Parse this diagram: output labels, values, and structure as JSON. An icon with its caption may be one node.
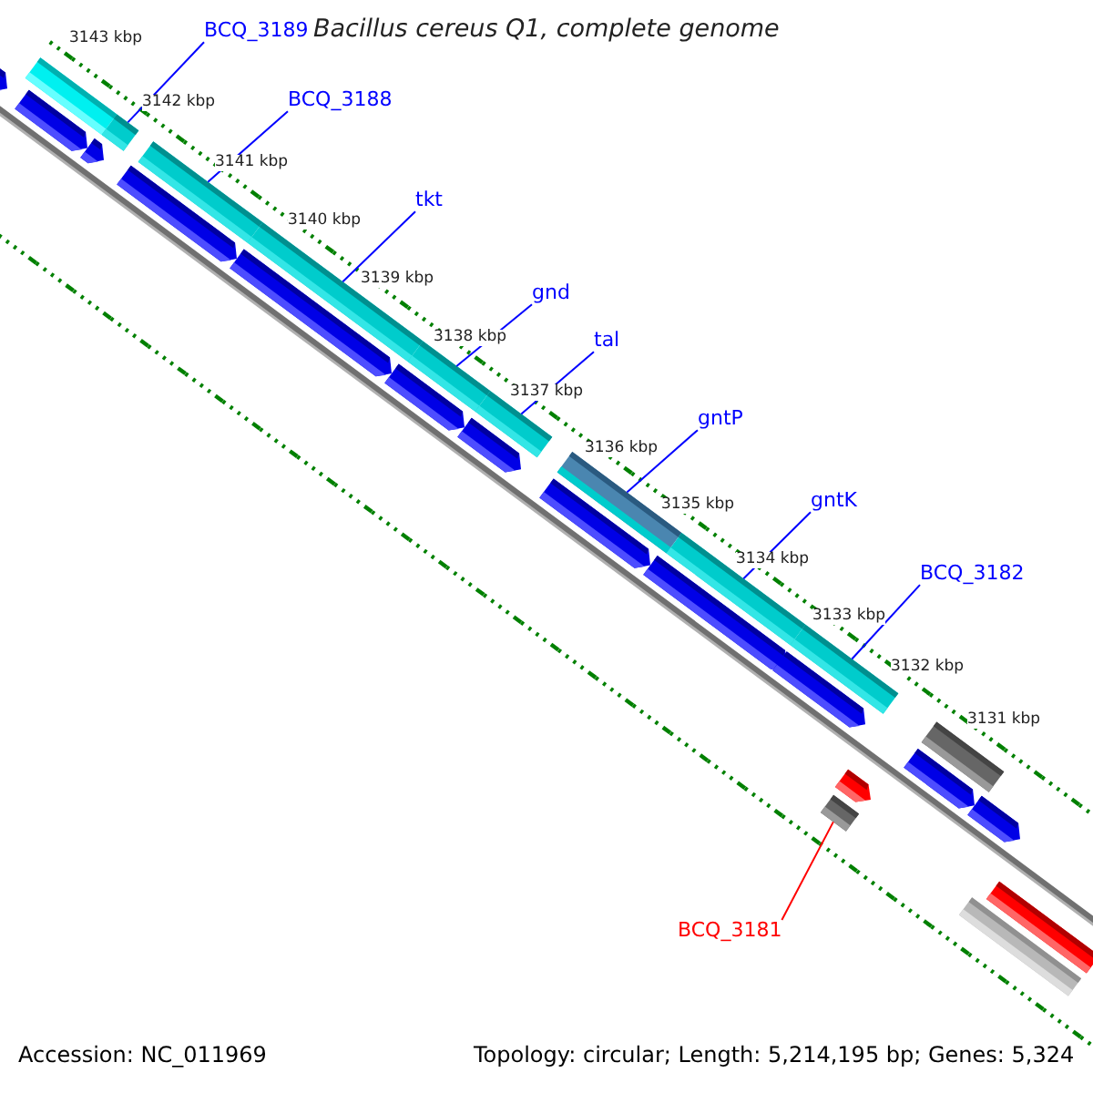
{
  "diagram": {
    "title": "Bacillus cereus Q1, complete genome",
    "nodes": [
      {
        "text": [
          "BCQ_3189"
        ]
      },
      {
        "text": [
          "BCQ_3188"
        ]
      },
      {
        "text": [
          "tkt"
        ]
      },
      {
        "text": [
          "gnd"
        ]
      },
      {
        "text": [
          "tal"
        ]
      },
      {
        "text": [
          "gntP"
        ]
      },
      {
        "text": [
          "gntK"
        ]
      },
      {
        "text": [
          "BCQ_3182"
        ]
      },
      {
        "text": [
          "BCQ_3181"
        ]
      },
      {
        "text": [],
        "shape": "pentagon"
      },
      {
        "text": [],
        "shape": "pentagon"
      },
      {
        "text": [],
        "shape": "bar"
      },
      {
        "text": [],
        "shape": "pentagon"
      },
      {
        "text": [],
        "shape": "bar"
      },
      {
        "text": [],
        "shape": "pentagon"
      },
      {
        "text": [],
        "shape": "bar"
      },
      {
        "text": [],
        "shape": "pentagon"
      },
      {
        "text": [],
        "shape": "bar"
      },
      {
        "text": [],
        "shape": "pentagon"
      },
      {
        "text": [],
        "shape": "bar"
      },
      {
        "text": [],
        "shape": "pentagon"
      },
      {
        "text": [],
        "shape": "bar"
      },
      {
        "text": [],
        "shape": "pentagon"
      },
      {
        "text": [],
        "shape": "bar"
      },
      {
        "text": [],
        "shape": "pentagon"
      },
      {
        "text": [],
        "shape": "bar"
      },
      {
        "text": [],
        "shape": "pentagon"
      },
      {
        "text": [],
        "shape": "bar"
      },
      {
        "text": [],
        "shape": "bar"
      },
      {
        "text": [],
        "shape": "pentagon"
      },
      {
        "text": [],
        "shape": "pentagon"
      },
      {
        "text": [],
        "shape": "bar"
      },
      {
        "text": [],
        "shape": "bar"
      },
      {
        "text": [],
        "shape": "pentagon"
      },
      {
        "text": [],
        "shape": "bar"
      }
    ],
    "edges": [
      {
        "from": 0,
        "to": 13,
        "arrow": "none"
      },
      {
        "from": 1,
        "to": 15,
        "arrow": "none"
      },
      {
        "from": 2,
        "to": 17,
        "arrow": "none"
      },
      {
        "from": 3,
        "to": 19,
        "arrow": "none"
      },
      {
        "from": 4,
        "to": 21,
        "arrow": "none"
      },
      {
        "from": 5,
        "to": 23,
        "arrow": "none"
      },
      {
        "from": 6,
        "to": 25,
        "arrow": "none"
      },
      {
        "from": 7,
        "to": 27,
        "arrow": "none"
      },
      {
        "from": 8,
        "to": 28,
        "arrow": "none",
        "color": "#ff0000"
      }
    ],
    "labels": [
      "3143 kbp",
      "3142 kbp",
      "3141 kbp",
      "3140 kbp",
      "3139 kbp",
      "3138 kbp",
      "3137 kbp",
      "3136 kbp",
      "3135 kbp",
      "3134 kbp",
      "3133 kbp",
      "3132 kbp",
      "3131 kbp",
      "Accession: NC_011969",
      "Topology: circular; Length: 5,214,195 bp; Genes: 5,324"
    ]
  }
}
